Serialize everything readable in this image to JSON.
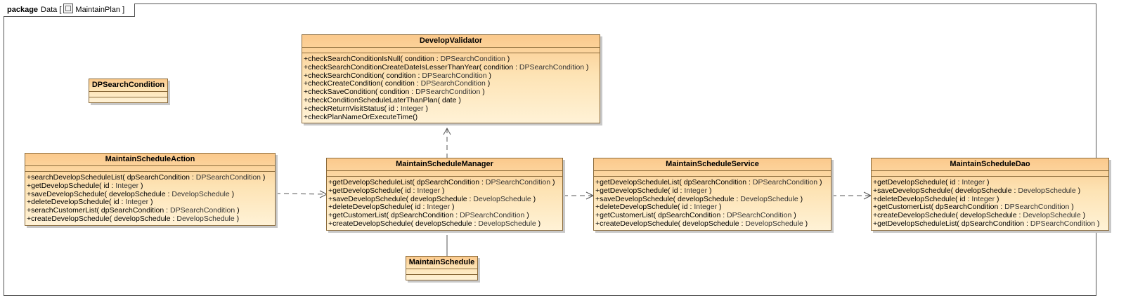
{
  "frame": {
    "keyword": "package",
    "name": "Data",
    "open_bracket": "[",
    "diagram_name": "MaintainPlan",
    "close_bracket": "]",
    "diagram_icon": "class-diagram-icon"
  },
  "classes": {
    "develop_validator": {
      "name": "DevelopValidator",
      "operations": [
        {
          "sig": "+checkSearchConditionIsNull( condition : ",
          "type": "DPSearchCondition",
          "end": " )"
        },
        {
          "sig": "+checkSearchConditionCreateDateIsLesserThanYear( condition : ",
          "type": "DPSearchCondition",
          "end": " )"
        },
        {
          "sig": "+checkSearchCondition( condition : ",
          "type": "DPSearchCondition",
          "end": " )"
        },
        {
          "sig": "+checkCreateCondition( condition : ",
          "type": "DPSearchCondition",
          "end": " )"
        },
        {
          "sig": "+checkSaveCondition( condition : ",
          "type": "DPSearchCondition",
          "end": " )"
        },
        {
          "sig": "+checkConditionScheduleLaterThanPlan( date )",
          "type": "",
          "end": ""
        },
        {
          "sig": "+checkReturnVisitStatus( id : ",
          "type": "Integer",
          "end": " )"
        },
        {
          "sig": "+checkPlanNameOrExecuteTime()",
          "type": "",
          "end": ""
        }
      ]
    },
    "dp_search_condition": {
      "name": "DPSearchCondition"
    },
    "maintain_schedule_action": {
      "name": "MaintainScheduleAction",
      "operations": [
        {
          "sig": "+searchDevelopScheduleList( dpSearchCondition : ",
          "type": "DPSearchCondition",
          "end": " )"
        },
        {
          "sig": "+getDevelopSchedule( id : ",
          "type": "Integer",
          "end": " )"
        },
        {
          "sig": "+saveDevelopSchedule( developSchedule : ",
          "type": "DevelopSchedule",
          "end": " )"
        },
        {
          "sig": "+deleteDevelopSchedule( id : ",
          "type": "Integer",
          "end": " )"
        },
        {
          "sig": "+serachCustomerList( dpSearchCondition : ",
          "type": "DPSearchCondition",
          "end": " )"
        },
        {
          "sig": "+createDevelopSchedule( developSchedule : ",
          "type": "DevelopSchedule",
          "end": " )"
        }
      ]
    },
    "maintain_schedule_manager": {
      "name": "MaintainScheduleManager",
      "operations": [
        {
          "sig": "+getDevelopScheduleList( dpSearchCondition : ",
          "type": "DPSearchCondition",
          "end": " )"
        },
        {
          "sig": "+getDevelopSchedule( id : ",
          "type": "Integer",
          "end": " )"
        },
        {
          "sig": "+saveDevelopSchedule( developSchedule : ",
          "type": "DevelopSchedule",
          "end": " )"
        },
        {
          "sig": "+deleteDevelopSchedule( id : ",
          "type": "Integer",
          "end": " )"
        },
        {
          "sig": "+getCustomerList( dpSearchCondition : ",
          "type": "DPSearchCondition",
          "end": " )"
        },
        {
          "sig": "+createDevelopSchedule( developSchedule : ",
          "type": "DevelopSchedule",
          "end": " )"
        }
      ]
    },
    "maintain_schedule_service": {
      "name": "MaintainScheduleService",
      "operations": [
        {
          "sig": "+getDevelopScheduleList( dpSearchCondition : ",
          "type": "DPSearchCondition",
          "end": " )"
        },
        {
          "sig": "+getDevelopSchedule( id : ",
          "type": "Integer",
          "end": " )"
        },
        {
          "sig": "+saveDevelopSchedule( developSchedule : ",
          "type": "DevelopSchedule",
          "end": " )"
        },
        {
          "sig": "+deleteDevelopSchedule( id : ",
          "type": "Integer",
          "end": " )"
        },
        {
          "sig": "+getCustomerList( dpSearchCondition : ",
          "type": "DPSearchCondition",
          "end": " )"
        },
        {
          "sig": "+createDevelopSchedule( developSchedule : ",
          "type": "DevelopSchedule",
          "end": " )"
        }
      ]
    },
    "maintain_schedule_dao": {
      "name": "MaintainScheduleDao",
      "operations": [
        {
          "sig": "+getDevelopSchedule( id : ",
          "type": "Integer",
          "end": " )"
        },
        {
          "sig": "+saveDevelopSchedule( developSchedule : ",
          "type": "DevelopSchedule",
          "end": " )"
        },
        {
          "sig": "+deleteDevelopSchedule( id : ",
          "type": "Integer",
          "end": " )"
        },
        {
          "sig": "+getCustomerList( dpSearchCondition : ",
          "type": "DPSearchCondition",
          "end": " )"
        },
        {
          "sig": "+createDevelopSchedule( developSchedule : ",
          "type": "DevelopSchedule",
          "end": " )"
        },
        {
          "sig": "+getDevelopScheduleList( dpSearchCondition : ",
          "type": "DPSearchCondition",
          "end": " )"
        }
      ]
    },
    "maintain_schedule": {
      "name": "MaintainSchedule"
    }
  },
  "relationships": [
    {
      "kind": "dependency",
      "from": "maintain_schedule_action",
      "to": "maintain_schedule_manager"
    },
    {
      "kind": "dependency",
      "from": "maintain_schedule_manager",
      "to": "develop_validator"
    },
    {
      "kind": "dependency",
      "from": "maintain_schedule_manager",
      "to": "maintain_schedule_service"
    },
    {
      "kind": "dependency",
      "from": "maintain_schedule_service",
      "to": "maintain_schedule_dao"
    },
    {
      "kind": "association",
      "from": "maintain_schedule_manager",
      "to": "maintain_schedule"
    }
  ],
  "colors": {
    "class_fill_top": "#fbc98c",
    "class_fill_bottom": "#fff2d6",
    "class_border": "#8a6a3a",
    "connector": "#555555"
  }
}
